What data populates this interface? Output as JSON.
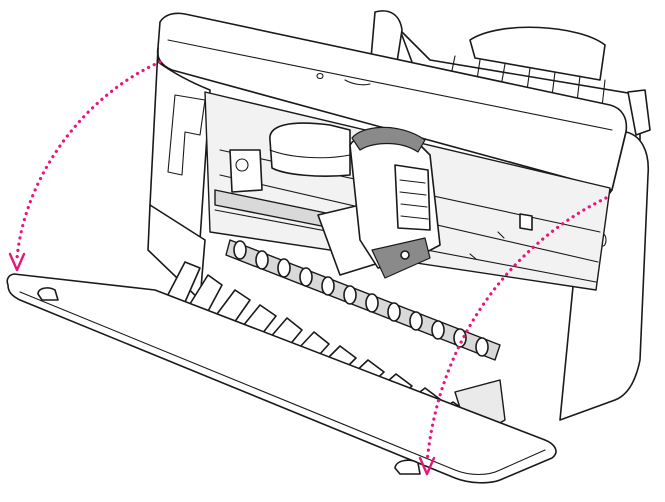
{
  "figure": {
    "subject": "printer-front-cover-open",
    "arrow_color": "#e8157d",
    "line_color": "#1a1a1a",
    "body_fill": "#ffffff",
    "shade_fill": "#d9d9d9"
  },
  "annotations": {
    "arrow_count": 2,
    "meaning": "cover-opening-direction"
  }
}
